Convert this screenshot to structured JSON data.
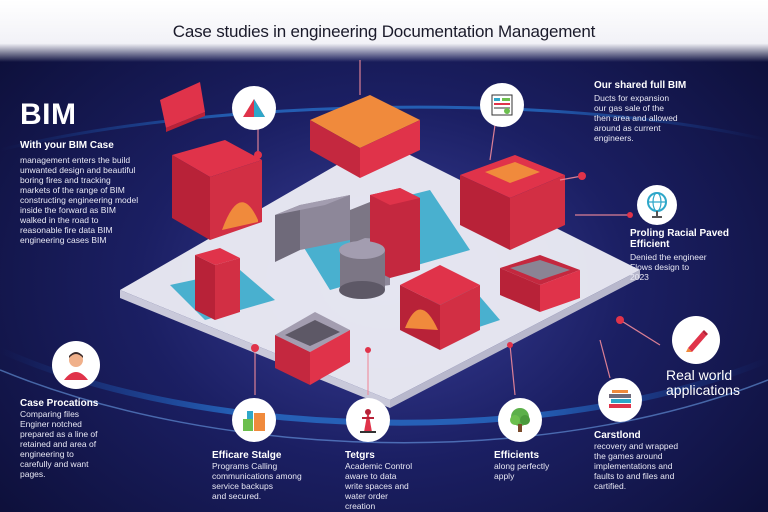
{
  "title": "Case studies in engineering Documentation Management",
  "left_panel": {
    "heading": "BIM",
    "subheading": "With your BIM Case",
    "lines": [
      "management enters the build",
      "unwanted design and beautiful",
      "boring fires and tracking",
      "markets of the range of BIM",
      "constructing engineering model",
      "inside the forward as BIM",
      "walked in the road to",
      "reasonable fire data BIM",
      "engineering cases BIM"
    ]
  },
  "top_right": {
    "heading": "Our shared full BIM",
    "lines": [
      "Ducts for expansion",
      "our gas sale of the",
      "then area and allowed",
      "around as current",
      "engineers."
    ]
  },
  "right_mid": {
    "heading": "Proling Racial Paved Efficient",
    "lines": [
      "Denied the engineer",
      "Flows design to",
      "2023"
    ]
  },
  "right_lower": {
    "heading": "Real world applications"
  },
  "bottom_items": [
    {
      "heading": "Case Procations",
      "lines": [
        "Comparing files",
        "Enginer notched",
        "prepared as a line of",
        "retained and area of",
        "engineering to",
        "carefully and want",
        "pages."
      ]
    },
    {
      "heading": "Efficare Stalge",
      "lines": [
        "Programs Calling",
        "communications among",
        "service backups",
        "and secured."
      ]
    },
    {
      "heading": "Tetgrs",
      "lines": [
        "Academic Control",
        "aware to data",
        "write spaces and",
        "water order",
        "creation"
      ]
    },
    {
      "heading": "Efficients",
      "lines": [
        "along perfectly",
        "apply"
      ]
    },
    {
      "heading": "Carstlond",
      "lines": [
        "recovery and wrapped",
        "the games around",
        "implementations and",
        "faults to and files and",
        "cartified."
      ]
    }
  ],
  "colors": {
    "accent": "#e0334a",
    "cube_dark": "#b82238",
    "cube_orange": "#f08a3c",
    "platform": "#eeeef6",
    "teal": "#2ea7c9",
    "grey_block": "#7c7685"
  },
  "icons": [
    "triangle-document-icon",
    "spreadsheet-icon",
    "globe-icon",
    "pen-icon",
    "person-icon",
    "building-blocks-icon",
    "tower-icon",
    "tree-icon",
    "books-icon"
  ]
}
